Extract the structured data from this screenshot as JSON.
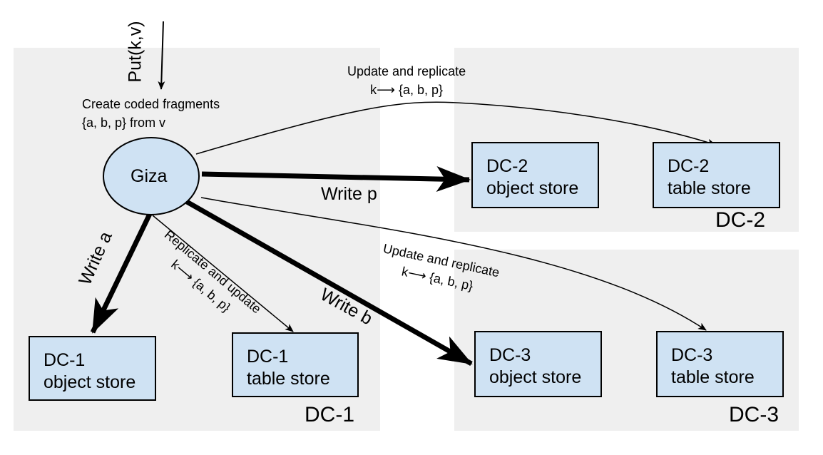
{
  "regions": {
    "dc1": "DC-1",
    "dc2": "DC-2",
    "dc3": "DC-3"
  },
  "giza": "Giza",
  "put_label": "Put(k,v)",
  "create_fragments": {
    "line1": "Create coded fragments",
    "line2": "{a, b, p} from v"
  },
  "stores": {
    "dc1_object": {
      "line1": "DC-1",
      "line2": "object store"
    },
    "dc1_table": {
      "line1": "DC-1",
      "line2": "table store"
    },
    "dc2_object": {
      "line1": "DC-2",
      "line2": "object store"
    },
    "dc2_table": {
      "line1": "DC-2",
      "line2": "table store"
    },
    "dc3_object": {
      "line1": "DC-3",
      "line2": "object store"
    },
    "dc3_table": {
      "line1": "DC-3",
      "line2": "table store"
    }
  },
  "edges": {
    "write_a": "Write a",
    "write_b": "Write b",
    "write_p": "Write p",
    "replicate_update": {
      "line1": "Replicate and update",
      "line2": "k⟶ {a, b, p}"
    },
    "update_replicate_dc2": {
      "line1": "Update and replicate",
      "line2": "k⟶ {a, b, p}"
    },
    "update_replicate_dc3": {
      "line1": "Update and replicate",
      "line2": "k⟶ {a, b, p}"
    }
  }
}
